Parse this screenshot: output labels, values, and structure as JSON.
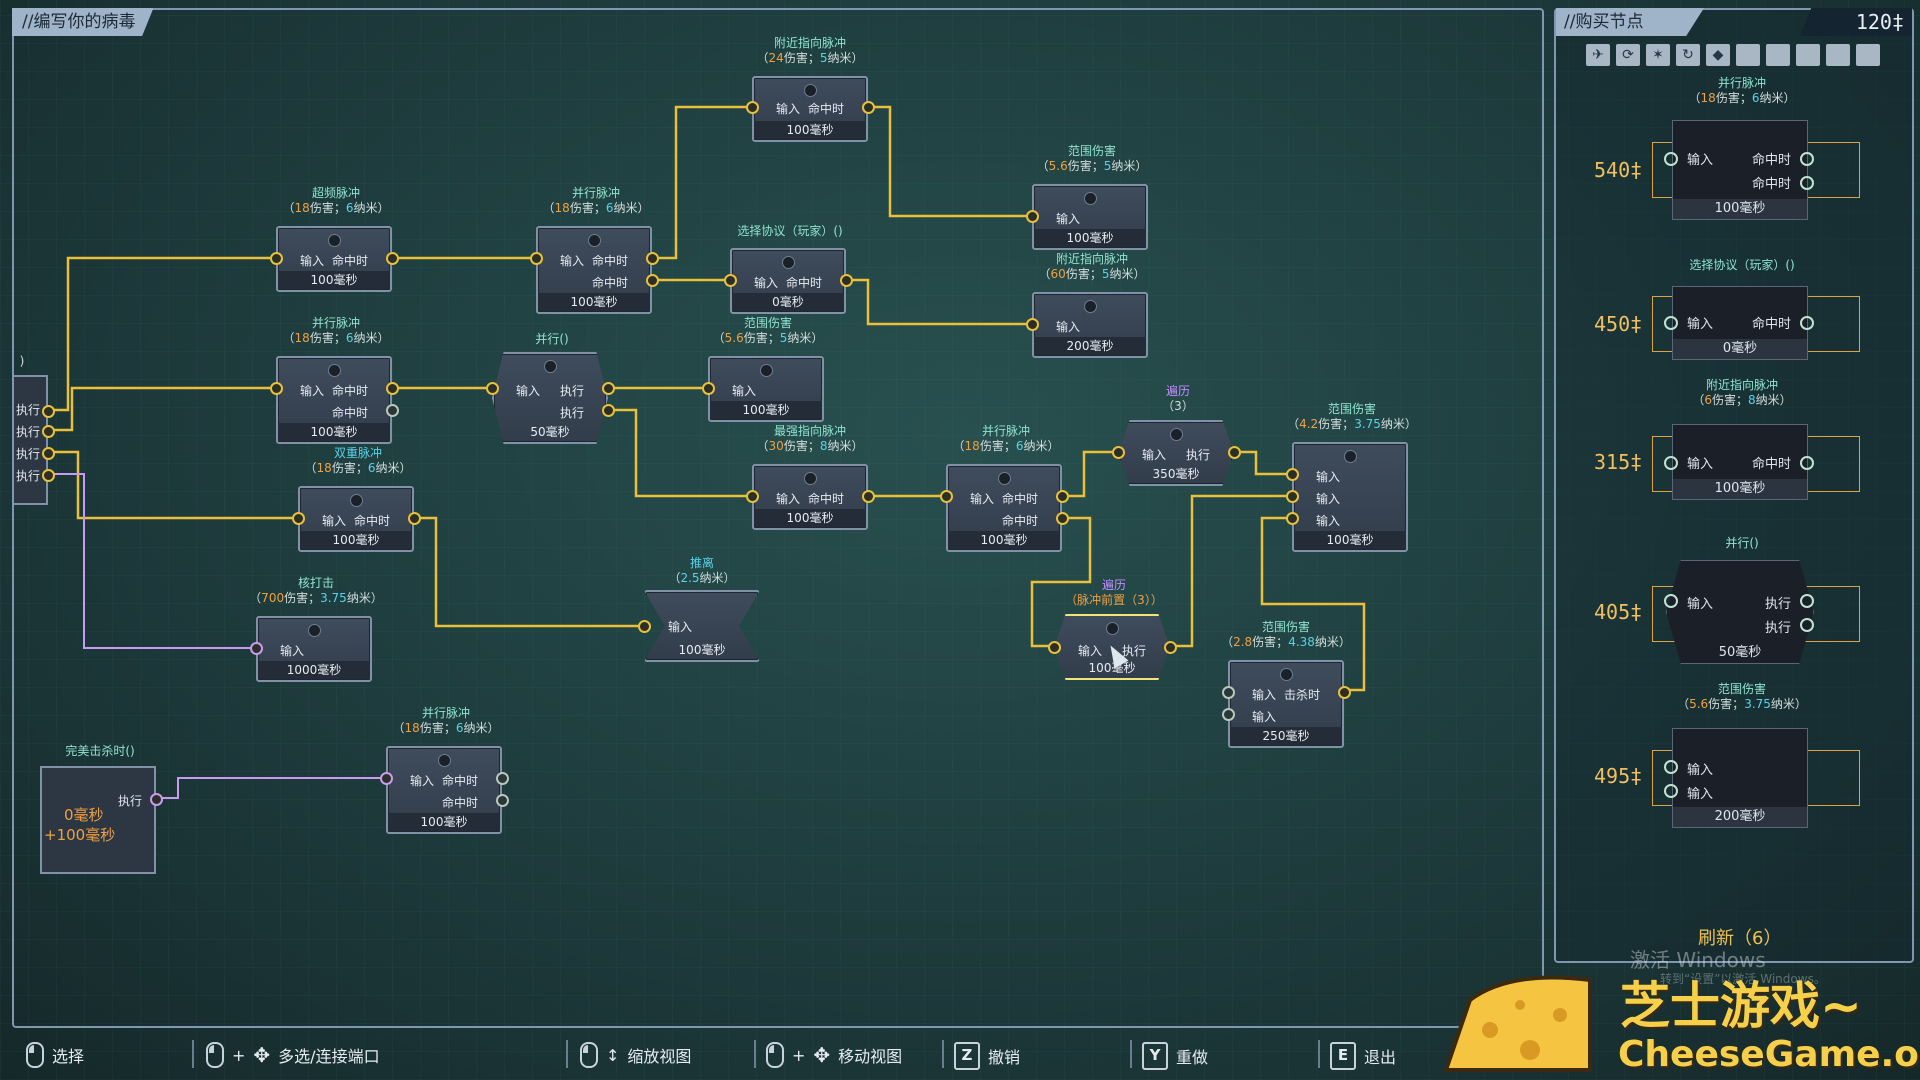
{
  "editor": {
    "title": "//编写你的病毒"
  },
  "shop": {
    "title": "//购买节点",
    "money": "120‡",
    "filters": [
      "✈",
      "⟳",
      "✶",
      "↻",
      "◆",
      "",
      "",
      "",
      "",
      ""
    ],
    "refresh": "刷新（6）",
    "items": [
      {
        "name": "并行脉冲",
        "attrs_pre": "（",
        "v1": "18",
        "u1": "伤害；",
        "v2": "6",
        "u2": "纳米）",
        "price": "540‡",
        "in": [
          "输入",
          ""
        ],
        "out": [
          "命中时",
          "命中时"
        ],
        "dur": "100毫秒"
      },
      {
        "name": "选择协议（玩家）()",
        "attrs_pre": "",
        "v1": "",
        "u1": "",
        "v2": "",
        "u2": "",
        "price": "450‡",
        "in": [
          "输入"
        ],
        "out": [
          "命中时"
        ],
        "dur": "0毫秒"
      },
      {
        "name": "附近指向脉冲",
        "attrs_pre": "（",
        "v1": "6",
        "u1": "伤害；",
        "v2": "8",
        "u2": "纳米）",
        "price": "315‡",
        "in": [
          "输入"
        ],
        "out": [
          "命中时"
        ],
        "dur": "100毫秒"
      },
      {
        "name": "并行()",
        "attrs_pre": "",
        "v1": "",
        "u1": "",
        "v2": "",
        "u2": "",
        "price": "405‡",
        "in": [
          "输入"
        ],
        "out": [
          "执行",
          "执行"
        ],
        "dur": "50毫秒"
      },
      {
        "name": "范围伤害",
        "attrs_pre": "（",
        "v1": "5.6",
        "u1": "伤害；",
        "v2": "3.75",
        "u2": "纳米）",
        "price": "495‡",
        "in": [
          "输入",
          "输入"
        ],
        "out": [],
        "dur": "200毫秒"
      }
    ]
  },
  "nodes": {
    "n_near1": {
      "name": "附近指向脉冲",
      "v1": "24",
      "u1": "伤害；",
      "v2": "5",
      "u2": "纳米）",
      "in": "输入",
      "out1": "命中时",
      "out2": "",
      "dur": "100毫秒"
    },
    "n_ultra": {
      "name": "超频脉冲",
      "v1": "18",
      "u1": "伤害；",
      "v2": "6",
      "u2": "纳米）",
      "in": "输入",
      "out1": "命中时",
      "out2": "",
      "dur": "100毫秒"
    },
    "n_par1": {
      "name": "并行脉冲",
      "v1": "18",
      "u1": "伤害；",
      "v2": "6",
      "u2": "纳米）",
      "in": "输入",
      "out1": "命中时",
      "out2": "命中时",
      "dur": "100毫秒"
    },
    "n_aoe1": {
      "name": "范围伤害",
      "v1": "5.6",
      "u1": "伤害；",
      "v2": "5",
      "u2": "纳米）",
      "in": "输入",
      "out1": "",
      "out2": "",
      "dur": "100毫秒"
    },
    "n_sel": {
      "name": "选择协议（玩家）()",
      "v1": "",
      "u1": "",
      "v2": "",
      "u2": "",
      "in": "输入",
      "out1": "命中时",
      "out2": "",
      "dur": "0毫秒"
    },
    "n_near2": {
      "name": "附近指向脉冲",
      "v1": "60",
      "u1": "伤害；",
      "v2": "5",
      "u2": "纳米）",
      "in": "输入",
      "out1": "",
      "out2": "",
      "dur": "200毫秒"
    },
    "n_par2": {
      "name": "并行脉冲",
      "v1": "18",
      "u1": "伤害；",
      "v2": "6",
      "u2": "纳米）",
      "in": "输入",
      "out1": "命中时",
      "out2": "命中时",
      "dur": "100毫秒"
    },
    "n_parallel": {
      "name": "并行()",
      "v1": "",
      "u1": "",
      "v2": "",
      "u2": "",
      "in": "输入",
      "out1": "执行",
      "out2": "执行",
      "dur": "50毫秒"
    },
    "n_aoe2": {
      "name": "范围伤害",
      "v1": "5.6",
      "u1": "伤害；",
      "v2": "5",
      "u2": "纳米）",
      "in": "输入",
      "out1": "",
      "out2": "",
      "dur": "100毫秒"
    },
    "n_double": {
      "name": "双重脉冲",
      "v1": "18",
      "u1": "伤害；",
      "v2": "6",
      "u2": "纳米）",
      "in": "输入",
      "out1": "命中时",
      "out2": "",
      "dur": "100毫秒"
    },
    "n_strong": {
      "name": "最强指向脉冲",
      "v1": "30",
      "u1": "伤害；",
      "v2": "8",
      "u2": "纳米）",
      "in": "输入",
      "out1": "命中时",
      "out2": "",
      "dur": "100毫秒"
    },
    "n_par3": {
      "name": "并行脉冲",
      "v1": "18",
      "u1": "伤害；",
      "v2": "6",
      "u2": "纳米）",
      "in": "输入",
      "out1": "命中时",
      "out2": "命中时",
      "dur": "100毫秒"
    },
    "n_iter1": {
      "name": "遍历",
      "sub": "（3）",
      "in": "输入",
      "out1": "执行",
      "dur": "350毫秒"
    },
    "n_aoe3": {
      "name": "范围伤害",
      "v1": "4.2",
      "u1": "伤害；",
      "v2": "3.75",
      "u2": "纳米）",
      "in1": "输入",
      "in2": "输入",
      "in3": "输入",
      "dur": "100毫秒"
    },
    "n_nuke": {
      "name": "核打击",
      "v1": "700",
      "u1": "伤害；",
      "v2": "3.75",
      "u2": "纳米）",
      "in": "输入",
      "dur": "1000毫秒"
    },
    "n_push": {
      "name": "推离",
      "v2": "2.5",
      "u2": "纳米）",
      "in": "输入",
      "dur": "100毫秒"
    },
    "n_iter2": {
      "name": "遍历",
      "sub": "（脉冲前置（3））",
      "in": "输入",
      "out1": "执行",
      "dur": "100毫秒"
    },
    "n_aoe4": {
      "name": "范围伤害",
      "v1": "2.8",
      "u1": "伤害；",
      "v2": "4.38",
      "u2": "纳米）",
      "in1": "输入",
      "in2": "输入",
      "out1": "击杀时",
      "dur": "250毫秒"
    },
    "n_par4": {
      "name": "并行脉冲",
      "v1": "18",
      "u1": "伤害；",
      "v2": "6",
      "u2": "纳米）",
      "in": "输入",
      "out1": "命中时",
      "out2": "命中时",
      "dur": "100毫秒"
    },
    "n_perfect": {
      "name": "完美击杀时()",
      "out": "执行",
      "t1": "0毫秒",
      "t2": "+100毫秒"
    }
  },
  "left_stub": {
    "labels": [
      "执行",
      "执行",
      "执行",
      "执行"
    ],
    "paren": ")"
  },
  "hints": [
    {
      "icon": "mouse",
      "label": "选择"
    },
    {
      "icon": "mouse-move",
      "label": "多选/连接端口"
    },
    {
      "icon": "mouse-scroll",
      "label": "缩放视图"
    },
    {
      "icon": "mouse-move",
      "label": "移动视图"
    },
    {
      "key": "Z",
      "label": "撤销"
    },
    {
      "key": "Y",
      "label": "重做"
    },
    {
      "key": "E",
      "label": "退出"
    }
  ],
  "watermark": {
    "line1": "芝士游戏",
    "tilde": "~",
    "line2": "CheeseGame.org"
  },
  "os_overlay": {
    "line1": "激活 Windows",
    "line2": "转到“设置”以激活 Windows。"
  },
  "colors": {
    "wire_yellow": "#e8c03a",
    "wire_purple": "#c89af0",
    "accent_orange": "#f0a040",
    "accent_cyan": "#57d3e8",
    "name_green": "#8fe3d0"
  }
}
